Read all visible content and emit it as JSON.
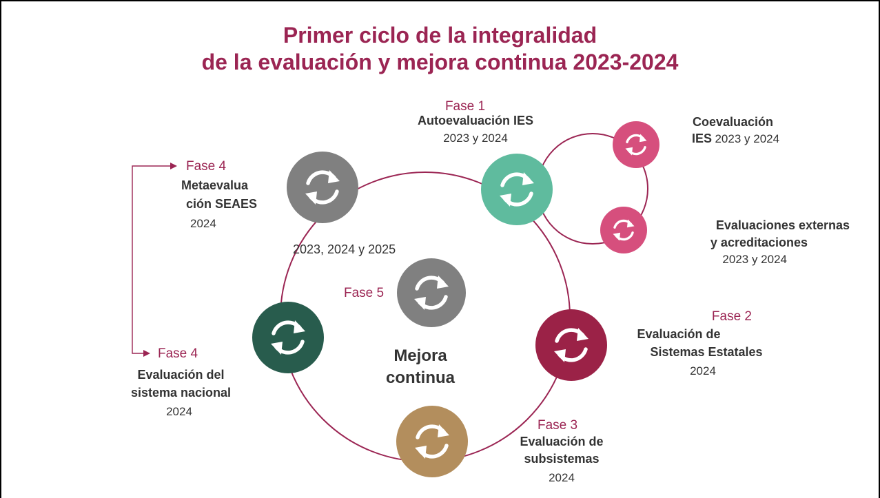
{
  "title": {
    "line1": "Primer ciclo de la integralidad",
    "line2": "de la evaluación y mejora continua 2023-2024"
  },
  "fase1": {
    "label": "Fase 1",
    "name": "Autoevaluación IES",
    "years": "2023 y 2024"
  },
  "coevaluacion": {
    "name": "Coevaluación",
    "name2": "IES",
    "years": "2023 y 2024"
  },
  "externas": {
    "line1": "Evaluaciones externas",
    "line2": "y acreditaciones",
    "years": "2023 y 2024"
  },
  "fase2": {
    "label": "Fase 2",
    "line1": "Evaluación de",
    "line2": "Sistemas Estatales",
    "years": "2024"
  },
  "fase3": {
    "label": "Fase 3",
    "line1": "Evaluación de",
    "line2": "subsistemas",
    "years": "2024"
  },
  "fase4_meta": {
    "label": "Fase 4",
    "line1": "Metaevalua",
    "line2": "ción SEAES",
    "years": "2024"
  },
  "fase4_nacional": {
    "label": "Fase 4",
    "line1": "Evaluación del",
    "line2": "sistema nacional",
    "years": "2024"
  },
  "fase5": {
    "label": "Fase 5",
    "years": "2023, 2024 y 2025",
    "line1": "Mejora",
    "line2": "continua"
  },
  "colors": {
    "title": "#9b2553",
    "ring": "#9b2553",
    "teal": "#5fbb9e",
    "gray": "#808080",
    "pink": "#d64f7d",
    "maroon": "#9b2247",
    "green": "#285c4d",
    "gold": "#b38e5d"
  },
  "icons": {
    "cycle": "refresh-cycle-icon",
    "arrow": "triangle-arrow-icon"
  }
}
